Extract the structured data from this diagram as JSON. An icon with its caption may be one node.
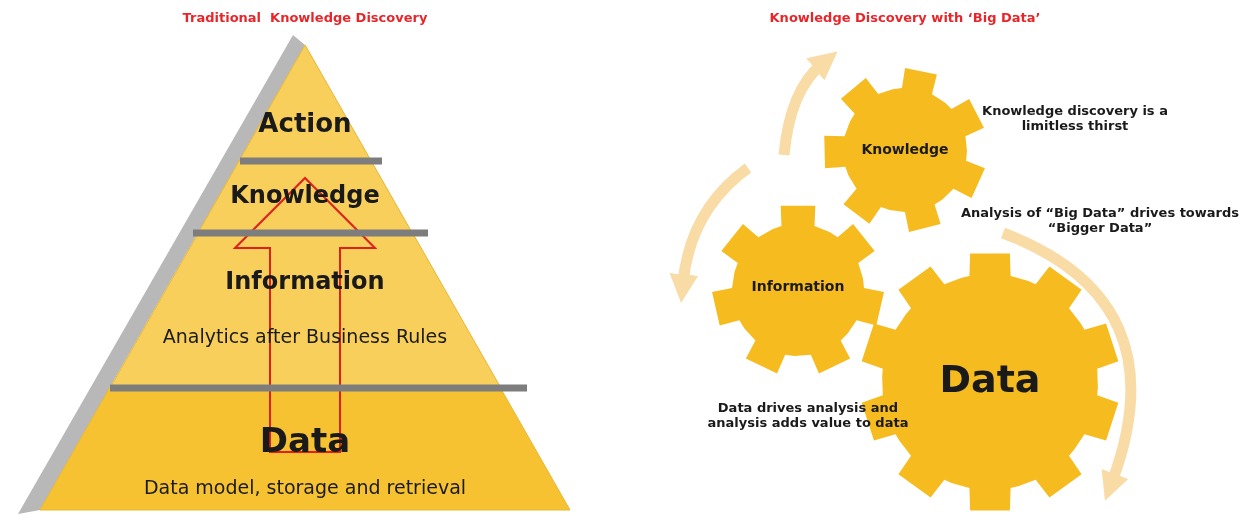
{
  "diagram": {
    "nodes": [
      {
        "text": [
          "Action"
        ]
      },
      {
        "text": [
          "Knowledge"
        ]
      },
      {
        "text": [
          "Information",
          "Analytics after Business Rules"
        ]
      },
      {
        "text": [
          "Data",
          "Data model, storage and retrieval"
        ]
      },
      {
        "text": [
          "Knowledge"
        ]
      },
      {
        "text": [
          "Information"
        ]
      },
      {
        "text": [
          "Data"
        ]
      }
    ],
    "edges": [
      {
        "from": 3,
        "to": 1,
        "arrow": "to",
        "style": "thick",
        "color": "#e02020"
      }
    ],
    "labels": [
      "Traditional  Knowledge Discovery",
      "Knowledge Discovery with ‘Big Data’",
      "Knowledge discovery is a limitless thirst",
      "Analysis of “Big Data” drives towards “Bigger Data”",
      "Data drives analysis and analysis adds value to data"
    ]
  }
}
